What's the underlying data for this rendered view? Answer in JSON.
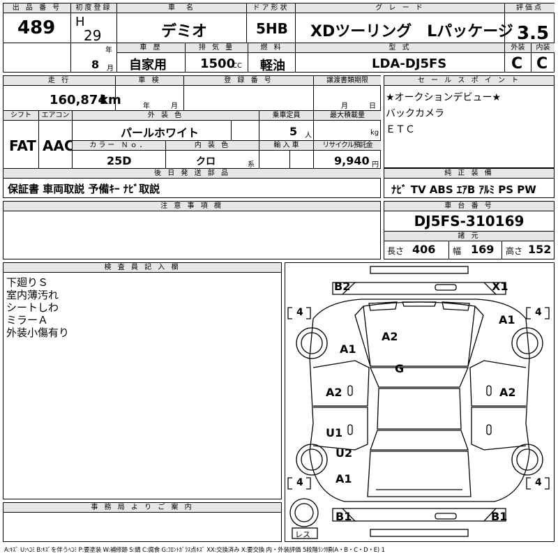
{
  "labels": {
    "lot_no": "出 品 番 号",
    "first_reg": "初度登録",
    "car_name": "車　名",
    "door": "ドア形状",
    "grade": "グ レ ー ド",
    "score": "評価点",
    "history": "車 歴",
    "displacement": "排 気 量",
    "fuel": "燃 料",
    "model": "型 式",
    "exterior": "外装",
    "interior": "内装",
    "year_unit": "年",
    "month_unit": "月",
    "cc_unit": "CC",
    "mileage": "走 行",
    "inspection": "車 検",
    "reg_no": "登 録 番 号",
    "transfer": "譲渡書類期限",
    "shift": "シフト",
    "aircon": "エアコン",
    "ext_color": "外 装 色",
    "capacity": "乗車定員",
    "max_load": "最大積載量",
    "color_no": "カラー Ｎｏ．",
    "int_color": "内 装 色",
    "import": "輸 入 車",
    "recycle": "リサイクル預託金",
    "person_unit": "人",
    "kg_unit": "kg",
    "yen_unit": "円",
    "int_suffix": "系",
    "later_parts": "後 日 発 送 部 品",
    "notes": "注 意 事 項 欄",
    "sales_points": "セ ー ル ス ポ イ ン ト",
    "genuine": "純 正 装 備",
    "chassis": "車 台 番 号",
    "specs": "諸 元",
    "length": "長さ",
    "width": "幅",
    "height": "高さ",
    "inspector": "検 査 員 記 入 欄",
    "office": "事 務 局 よ り ご 案 内"
  },
  "vehicle": {
    "lot_no": "489",
    "era": "H",
    "year": "29",
    "month": "8",
    "car_name": "デミオ",
    "door": "5HB",
    "grade": "XDツーリング　Lパッケージ",
    "score": "3.5",
    "history": "自家用",
    "displacement": "1500",
    "fuel": "軽油",
    "model": "LDA-DJ5FS",
    "exterior_grade": "C",
    "interior_grade": "C",
    "mileage": "160,874",
    "mileage_unit": "km",
    "insp_year": "年",
    "insp_month": "月",
    "transfer_month": "月",
    "transfer_day": "日",
    "shift": "FAT",
    "aircon": "AAC",
    "ext_color": "パールホワイト",
    "capacity": "5",
    "color_no": "25D",
    "int_color": "クロ",
    "recycle": "9,940",
    "later_parts": "保証書 車両取説 予備ｷｰ ﾅﾋﾞ取説",
    "sales_points": [
      "★オークションデビュー★",
      "バックカメラ",
      "ＥＴＣ"
    ],
    "genuine": "ﾅﾋﾞ TV ABS ｴｱB ｱﾙﾐ PS PW",
    "chassis_no": "DJ5FS-310169",
    "length": "406",
    "width": "169",
    "height": "152"
  },
  "inspector_notes": [
    "下廻りＳ",
    "室内薄汚れ",
    "シートしわ",
    "ミラーＡ",
    "外装小傷有り"
  ],
  "diagram": {
    "marks": {
      "front_bumper": "B2",
      "front_right": "X1",
      "fl_fender": "A1",
      "fr_fender": "A1",
      "hood": "A2",
      "roof": "G",
      "left_front_door": "A2",
      "right_front_door": "A2",
      "left_rear_door": "U1",
      "left_quarter": "U2",
      "left_rear": "A1",
      "rear_left": "B1",
      "rear_right": "B1"
    },
    "tire_fl": "4",
    "tire_fr": "4",
    "tire_rl": "4",
    "tire_rr": "4",
    "spare": "レス"
  },
  "legend": "A:ｷｽﾞ U:ﾍｺﾐ B:ｷｽﾞを伴うﾍｺﾐ P:要塗装 W:補修跡 S:錆 C:腐食 G:ﾌﾛﾝﾄｶﾞﾗｽ点ｷｽﾞ XX:交換済み X:要交換 内・外装評価 5段階ﾗﾝｸ順(A・B・C・D・E) 1"
}
